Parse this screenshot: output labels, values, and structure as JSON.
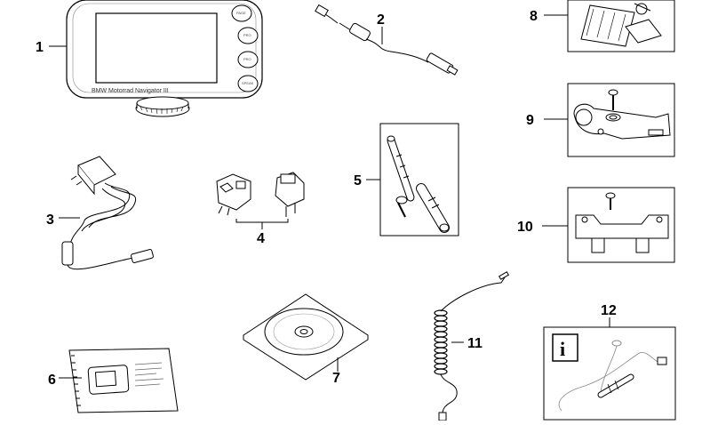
{
  "device_label": "BMW Motorrad Navigator  III",
  "device_buttons": [
    "PAGE",
    "PRO",
    "PRO",
    "SPEAK"
  ],
  "info_icon": "info-icon",
  "callouts": [
    "1",
    "2",
    "3",
    "4",
    "5",
    "6",
    "7",
    "8",
    "9",
    "10",
    "11",
    "12"
  ]
}
